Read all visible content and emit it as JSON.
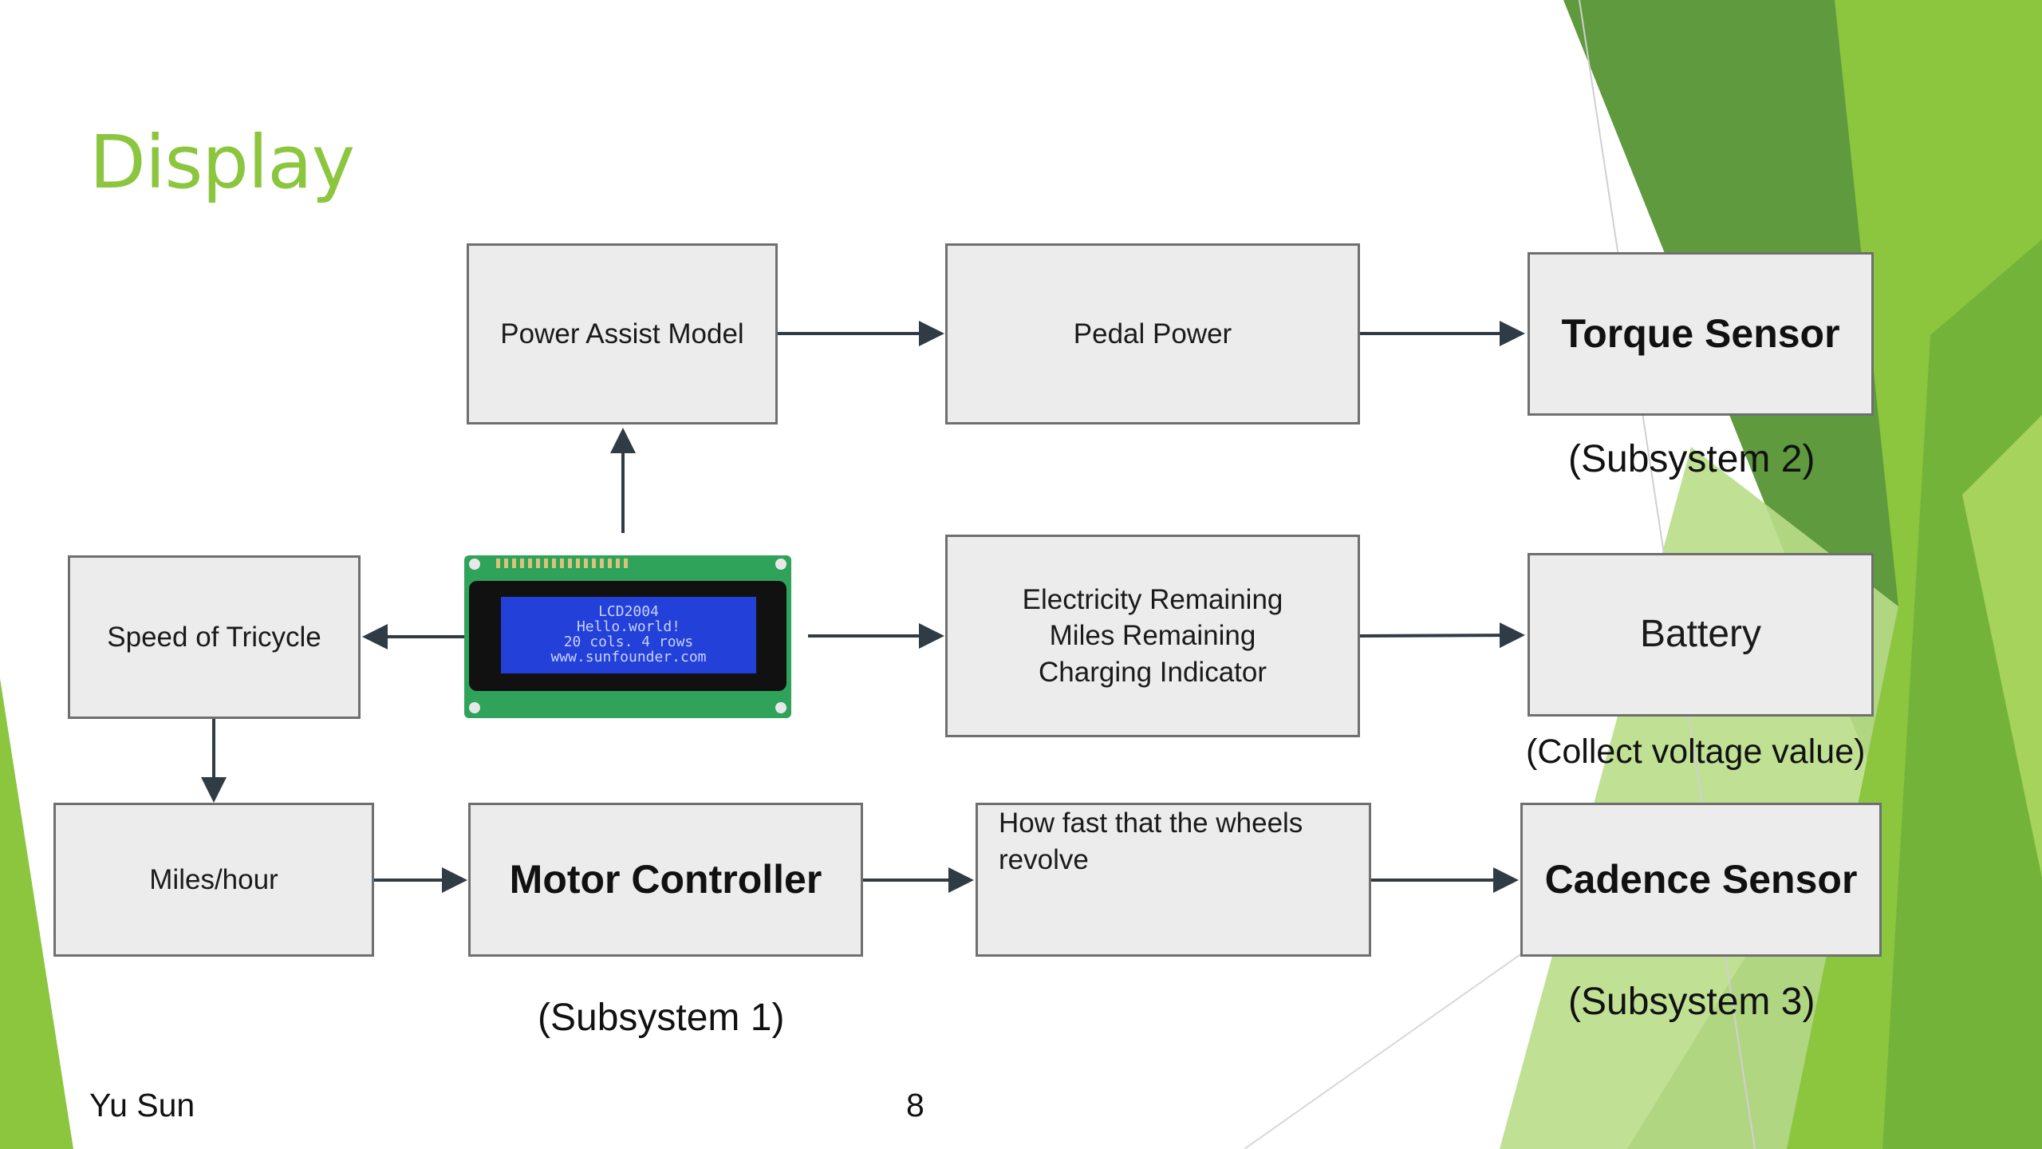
{
  "slide": {
    "title": "Display",
    "author": "Yu Sun",
    "page_number": "8"
  },
  "boxes": {
    "power_assist_model": "Power Assist Model",
    "pedal_power": "Pedal Power",
    "torque_sensor": "Torque Sensor",
    "speed_of_tricycle": "Speed of Tricycle",
    "electricity_line1": "Electricity Remaining",
    "electricity_line2": "Miles Remaining",
    "electricity_line3": "Charging Indicator",
    "battery": "Battery",
    "miles_hour": "Miles/hour",
    "motor_controller": "Motor Controller",
    "wheels_line1": "How fast that the wheels",
    "wheels_line2": "revolve",
    "cadence_sensor": "Cadence Sensor"
  },
  "captions": {
    "subsystem_2": "(Subsystem 2)",
    "collect_voltage": "(Collect voltage value)",
    "subsystem_1": "(Subsystem 1)",
    "subsystem_3": "(Subsystem 3)"
  },
  "lcd": {
    "line1": "LCD2004",
    "line2": "Hello.world!",
    "line3": "20 cols. 4 rows",
    "line4": "www.sunfounder.com"
  },
  "colors": {
    "title_green": "#8cc63f",
    "decor_dark_green": "#5a9e3a",
    "decor_light_green": "#8cc63f",
    "box_fill": "#ececec",
    "arrow": "#2f3b45"
  }
}
